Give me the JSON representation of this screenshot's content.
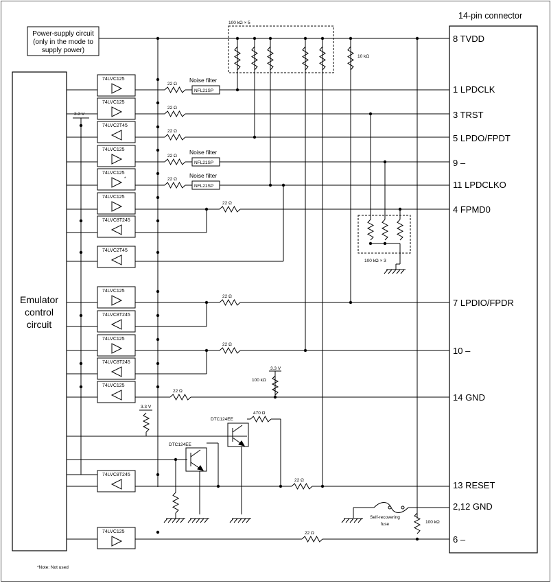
{
  "connector": {
    "title": "14-pin connector",
    "pins": [
      {
        "id": "tvdd",
        "label": "8  TVDD"
      },
      {
        "id": "lpdclk",
        "label": "1   LPDCLK"
      },
      {
        "id": "trst",
        "label": "3   TRST"
      },
      {
        "id": "lpdo",
        "label": "5   LPDO/FPDT"
      },
      {
        "id": "pin9",
        "label": "9   –"
      },
      {
        "id": "lpdclko",
        "label": "11  LPDCLKO"
      },
      {
        "id": "fpmd0",
        "label": "4   FPMD0"
      },
      {
        "id": "lpdio",
        "label": "7   LPDIO/FPDR"
      },
      {
        "id": "pin10",
        "label": "10   –"
      },
      {
        "id": "gnd14",
        "label": "14  GND"
      },
      {
        "id": "reset",
        "label": "13  RESET"
      },
      {
        "id": "gnd212",
        "label": "2,12  GND"
      },
      {
        "id": "pin6",
        "label": "6   –"
      }
    ]
  },
  "power_supply": {
    "lines": [
      "Power-supply circuit",
      "(only in the mode to",
      "supply power)"
    ]
  },
  "controller": {
    "lines": [
      "Emulator",
      "control",
      "circuit"
    ]
  },
  "buffers": [
    "74LVC125",
    "74LVC125",
    "74LVC2T45",
    "74LVC125",
    "74LVC125",
    "74LVC125",
    "74LVC8T245",
    "74LVC2T45",
    "74LVC125",
    "74LVC8T245",
    "74LVC125",
    "74LVC8T245",
    "74LVC125",
    "74LVC8T245",
    "74LVC125"
  ],
  "labels": {
    "r22": "22 Ω",
    "r470": "470 Ω",
    "r100k": "100 kΩ",
    "r10k": "10 kΩ",
    "pullups_top": "100 kΩ × 5",
    "pullups_mid": "100 kΩ × 3",
    "noise_filter": "Noise filter",
    "filter_part": "NFL21SP",
    "v33": "3.3 V",
    "transistor": "DTC124EE",
    "fuse_line1": "Self-recovering",
    "fuse_line2": "fuse",
    "note": "*Note: Not used",
    "asterisk": "*"
  }
}
